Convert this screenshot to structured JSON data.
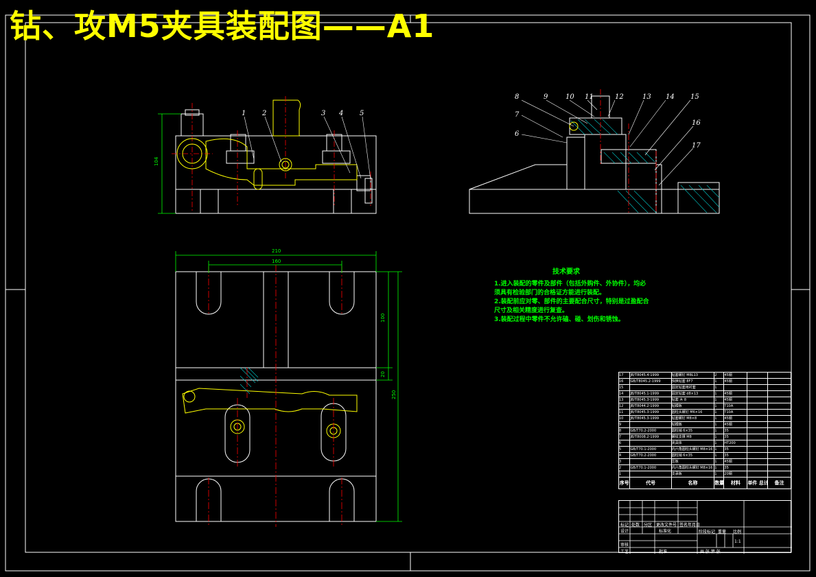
{
  "drawing_title": "钻、攻M5夹具装配图——A1",
  "tech_requirements": {
    "heading": "技术要求",
    "items": [
      "1.进入装配的零件及部件（包括外购件、外协件），均必须具有检验部门的合格证方能进行装配。",
      "2.装配前应对零、部件的主要配合尺寸，特别是过盈配合尺寸及相关精度进行复查。",
      "3.装配过程中零件不允许磕、碰、划伤和锈蚀。"
    ]
  },
  "part_labels": [
    "1",
    "2",
    "3",
    "4",
    "5",
    "6",
    "7",
    "8",
    "9",
    "10",
    "11",
    "12",
    "13",
    "14",
    "15",
    "16",
    "17"
  ],
  "dimensions": {
    "height_front": "104",
    "width_overall": "210",
    "width_inner": "160",
    "height_upper": "100",
    "height_slot": "20",
    "height_overall": "250"
  },
  "bom_header": {
    "no": "序号",
    "code": "代号",
    "name": "名称",
    "qty": "数量",
    "material": "材料",
    "weight": "单件 总计 重量",
    "remark": "备注"
  },
  "bom_rows": [
    {
      "no": "17",
      "code": "JB/T8045.4-1999",
      "name": "钻套螺钉 M8L13",
      "qty": "2",
      "mat": "45钢"
    },
    {
      "no": "16",
      "code": "GB/T8045.2-1999",
      "name": "快换钻套 8F7",
      "qty": "1",
      "mat": "45钢"
    },
    {
      "no": "15",
      "code": "",
      "name": "固定钻套用衬套",
      "qty": "1",
      "mat": ""
    },
    {
      "no": "14",
      "code": "JB/T8045.1-1999",
      "name": "固定钻套 d8×13",
      "qty": "1",
      "mat": "45钢"
    },
    {
      "no": "13",
      "code": "JB/T8045.3-1999",
      "name": "钻套 木 8",
      "qty": "1",
      "mat": "45钢"
    },
    {
      "no": "12",
      "code": "JB/T8044.2-1999",
      "name": "钻模板",
      "qty": "1",
      "mat": "T10A"
    },
    {
      "no": "11",
      "code": "JB/T8045.3-1999",
      "name": "圆柱头螺钉 M6×16",
      "qty": "1",
      "mat": "T10A"
    },
    {
      "no": "10",
      "code": "JB/T8045.3-1999",
      "name": "钻套螺钉 M8×8",
      "qty": "1",
      "mat": "45钢"
    },
    {
      "no": "9",
      "code": "",
      "name": "钻模板",
      "qty": "1",
      "mat": "45钢"
    },
    {
      "no": "8",
      "code": "GB/T70.2-2000",
      "name": "圆柱销 6×35",
      "qty": "1",
      "mat": "35"
    },
    {
      "no": "7",
      "code": "JB/T8008.2-1999",
      "name": "螺纹支撑 M8",
      "qty": "1",
      "mat": "35"
    },
    {
      "no": "6",
      "code": "",
      "name": "夹具体",
      "qty": "1",
      "mat": "HT200"
    },
    {
      "no": "5",
      "code": "GB/T70.1-2000",
      "name": "内六角圆柱头螺钉 M8×16",
      "qty": "1",
      "mat": "35"
    },
    {
      "no": "4",
      "code": "GB/T70.2-2000",
      "name": "圆柱销 6×35",
      "qty": "1",
      "mat": "35"
    },
    {
      "no": "3",
      "code": "",
      "name": "压板",
      "qty": "1",
      "mat": "45钢"
    },
    {
      "no": "2",
      "code": "GB/T70.1-2000",
      "name": "内六角圆柱头螺钉 M8×16",
      "qty": "1",
      "mat": "35"
    },
    {
      "no": "1",
      "code": "",
      "name": "支承板",
      "qty": "1",
      "mat": "20钢"
    }
  ],
  "title_block": {
    "mark": "标记",
    "count": "处数",
    "zone": "分区",
    "change_doc": "更改文件号",
    "sign": "签名",
    "date": "年月日",
    "design": "设计",
    "standardize": "标准化",
    "review": "审核",
    "process": "工艺",
    "approve": "批准",
    "stage_mark": "阶段标记",
    "weight": "重量",
    "scale": "比例",
    "scale_value": "1:1",
    "sheets": "共 张 第 张"
  },
  "colors": {
    "background": "#000000",
    "title": "#ffff00",
    "outline": "#ffffff",
    "part": "#ffff00",
    "center": "#ff0000",
    "hatch": "#00c8c8",
    "dimension": "#00ff00",
    "text": "#00ff00"
  }
}
